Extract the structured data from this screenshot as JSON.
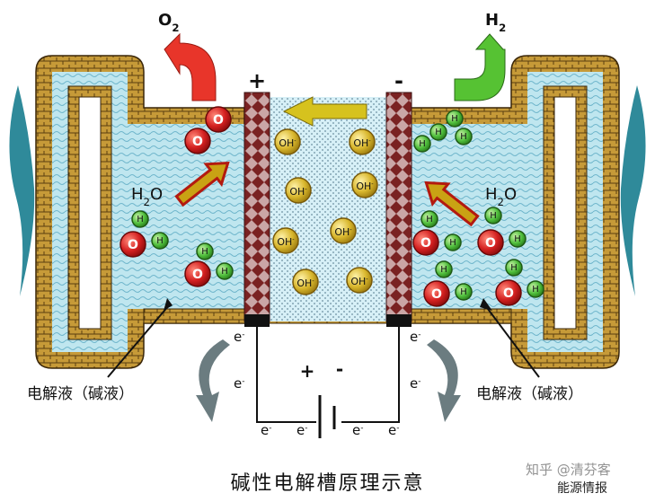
{
  "diagram": {
    "title": "碱性电解槽原理示意",
    "gas_left": "O",
    "gas_left_sub": "2",
    "gas_right": "H",
    "gas_right_sub": "2",
    "electrode_positive": "+",
    "electrode_negative": "-",
    "water_left_main": "H",
    "water_left_sub": "2",
    "water_left_tail": "O",
    "water_right_main": "H",
    "water_right_sub": "2",
    "water_right_tail": "O",
    "ion_label": "OH",
    "ion_charge": "-",
    "oxygen_atom": "O",
    "hydrogen_atom": "H",
    "electron": "e",
    "electron_charge": "-",
    "battery_positive": "+",
    "battery_negative": "-",
    "electrolyte_left": "电解液（碱液）",
    "electrolyte_right": "电解液（碱液）"
  },
  "watermark": {
    "line1": "知乎 @清芬客",
    "line2": "能源情报"
  },
  "colors": {
    "electrolyte": "#a8dbe8",
    "brick": "#b58a2c",
    "electrode": "#8b2a2a",
    "oxygen": "#d42020",
    "hydrogen": "#4fbe3c",
    "hydroxide": "#d8b62c",
    "arrow_red": "#e8352a",
    "arrow_green": "#56c233",
    "arrow_yellow": "#d6c21e"
  }
}
